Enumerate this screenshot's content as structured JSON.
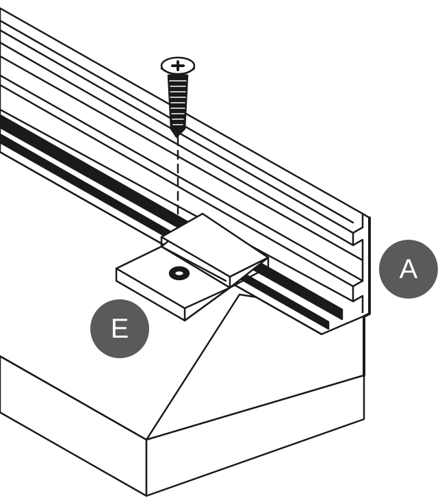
{
  "diagram": {
    "callouts": [
      {
        "id": "A",
        "text": "A",
        "color": "#5a5a5a"
      },
      {
        "id": "E",
        "text": "E",
        "color": "#5a5a5a"
      }
    ],
    "parts": {
      "rail": "aluminium-track-profile",
      "clip": "mounting-clip",
      "screw": "countersunk-screw",
      "board": "mounting-board"
    },
    "colors": {
      "line": "#1a1a1a",
      "fill": "#ffffff"
    }
  }
}
